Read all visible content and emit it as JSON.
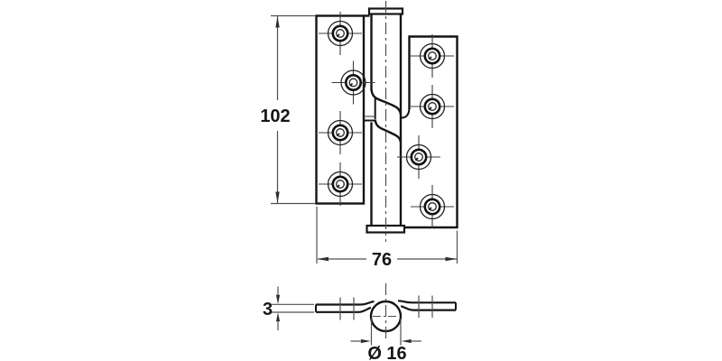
{
  "drawing": {
    "subject": "door hinge technical drawing, front elevation and bottom section",
    "dimensions": {
      "height": "102",
      "width": "76",
      "thickness": "3",
      "knuckle_diameter": "Ø 16"
    },
    "front_view": {
      "left_leaf_holes": 4,
      "right_leaf_holes": 4
    },
    "colors": {
      "outline": "#141414",
      "thin_line": "#4f4f4f",
      "arrow": "#2e2e2e",
      "background": "#ffffff"
    }
  }
}
